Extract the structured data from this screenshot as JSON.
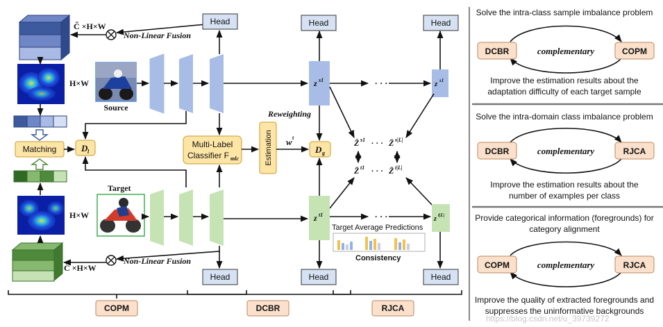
{
  "colors": {
    "blue_dark": "#3d5a9e",
    "blue_mid": "#6f86c7",
    "blue_light": "#a9bbe4",
    "blue_feat": "#a8bde6",
    "green_dark": "#4f8a3c",
    "green_mid": "#86b86f",
    "green_light": "#c6e2b5",
    "green_feat": "#c5e3b3",
    "head_fill": "#d6e2f3",
    "orange_fill": "#fde5a6",
    "orange_stroke": "#c99a2e",
    "peach_fill": "#fbe0cb",
    "peach_stroke": "#b8875f",
    "divider": "#555555"
  },
  "labels": {
    "head": "Head",
    "c_hw": "Ĉ ×H×W",
    "nonlinear_fusion": "Non-Linear Fusion",
    "hxw": "H×W",
    "matching": "Matching",
    "source": "Source",
    "target": "Target",
    "d_l": "D",
    "d_l_sub": "l",
    "d_g": "D",
    "d_g_sub": "g",
    "mlc_line1": "Multi-Label",
    "mlc_line2": "Classifier F",
    "mlc_sub": "mlc",
    "estimation": "Estimation",
    "reweighting": "Reweighting",
    "w": "w",
    "w_sup": "t",
    "zs1": "z",
    "zs1_sup": "s1",
    "zt1": "z",
    "zt1_sup": "t1",
    "ztL": "z",
    "ztL_sup": "t|L|",
    "zbar_s1": "Z̄",
    "zbar_s1_sup": "s1",
    "zbar_sL": "Z̄",
    "zbar_sL_sup": "s|L|",
    "zbar_t1": "Z̄",
    "zbar_t1_sup": "t1",
    "zbar_tL": "Z̄",
    "zbar_tL_sup": "t|L|",
    "dots": "· · ·",
    "ellipsis_arrow": "· · ·",
    "target_avg_pred": "Target Average Predictions",
    "consistency": "Consistency",
    "copm": "COPM",
    "dcbr": "DCBR",
    "rjca": "RJCA"
  },
  "right_panel": {
    "sections": [
      {
        "top_text": "Solve the intra-class sample imbalance problem",
        "left_box": "DCBR",
        "middle": "complementary",
        "right_box": "COPM",
        "bottom_lines": [
          "Improve the estimation results about the",
          "adaptation difficulty of each target sample"
        ]
      },
      {
        "top_text": "Solve the intra-domain class imbalance problem",
        "left_box": "DCBR",
        "middle": "complementary",
        "right_box": "RJCA",
        "bottom_lines": [
          "Improve the estimation results about the",
          "number of examples per class"
        ]
      },
      {
        "top_lines": [
          "Provide categorical information (foregrounds) for",
          "category alignment"
        ],
        "left_box": "COPM",
        "middle": "complementary",
        "right_box": "RJCA",
        "bottom_lines": [
          "Improve the quality of extracted foregrounds and",
          "suppresses the uninformative backgrounds"
        ]
      }
    ]
  },
  "watermark": "https://blog.csdn.net/u_39739272"
}
